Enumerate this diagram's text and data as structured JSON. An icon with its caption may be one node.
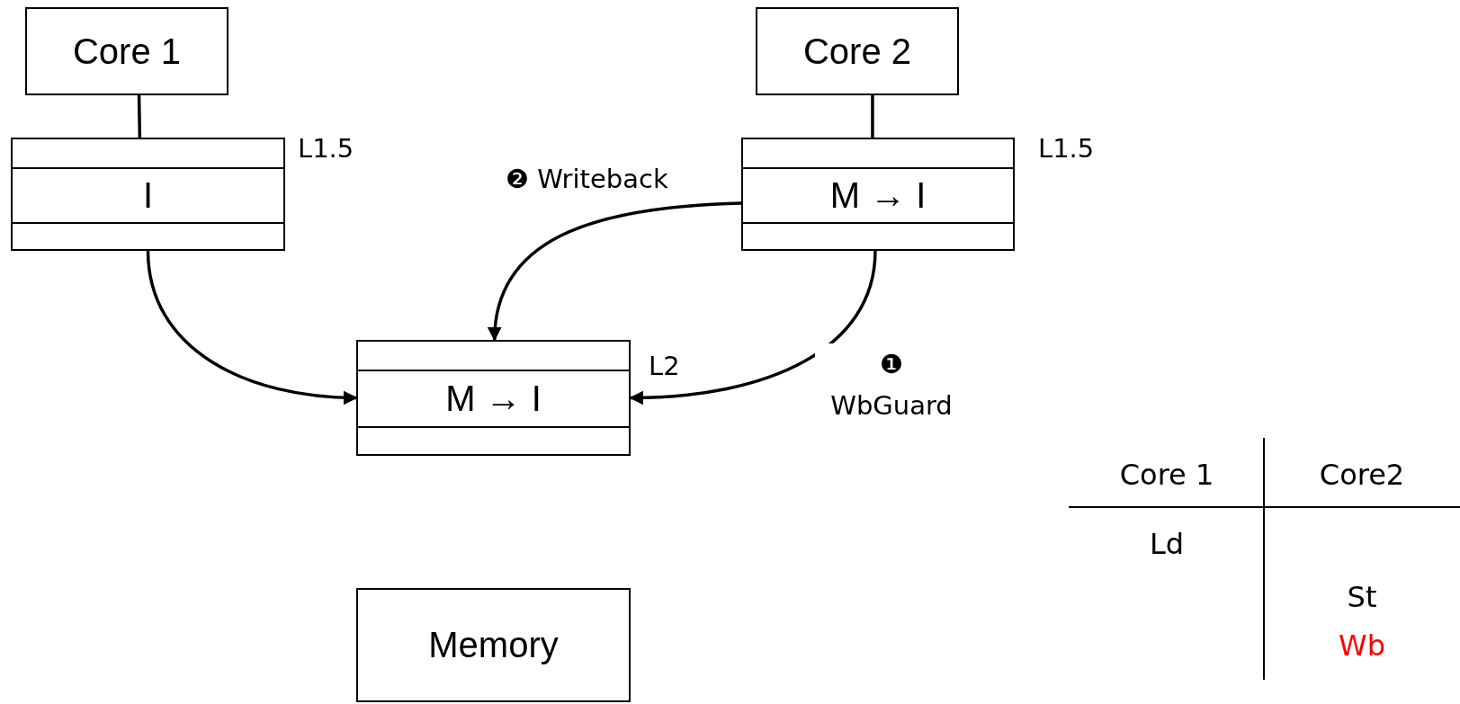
{
  "diagram": {
    "nodes": [
      {
        "text": [
          "Core 1"
        ]
      },
      {
        "text": [
          "I"
        ],
        "beside": [
          "L1.5"
        ]
      },
      {
        "text": [
          "Core 2"
        ]
      },
      {
        "text": [
          "M → I"
        ],
        "beside": [
          "L1.5"
        ]
      },
      {
        "text": [
          "M → I"
        ],
        "beside": [
          "L2"
        ]
      },
      {
        "text": [
          "Memory"
        ]
      }
    ],
    "edges": [
      {
        "from": 0,
        "to": 1,
        "arrow": "none"
      },
      {
        "from": 2,
        "to": 3,
        "arrow": "none"
      },
      {
        "from": 1,
        "to": 4,
        "arrow": "to"
      },
      {
        "from": 3,
        "to": 4,
        "arrow": "to",
        "label": "❶ WbGuard"
      },
      {
        "from": 3,
        "to": 4,
        "arrow": "to",
        "label": "❷ Writeback"
      }
    ],
    "labels": [
      "Core 1",
      "Core2",
      "Ld",
      "St",
      "Wb"
    ]
  }
}
